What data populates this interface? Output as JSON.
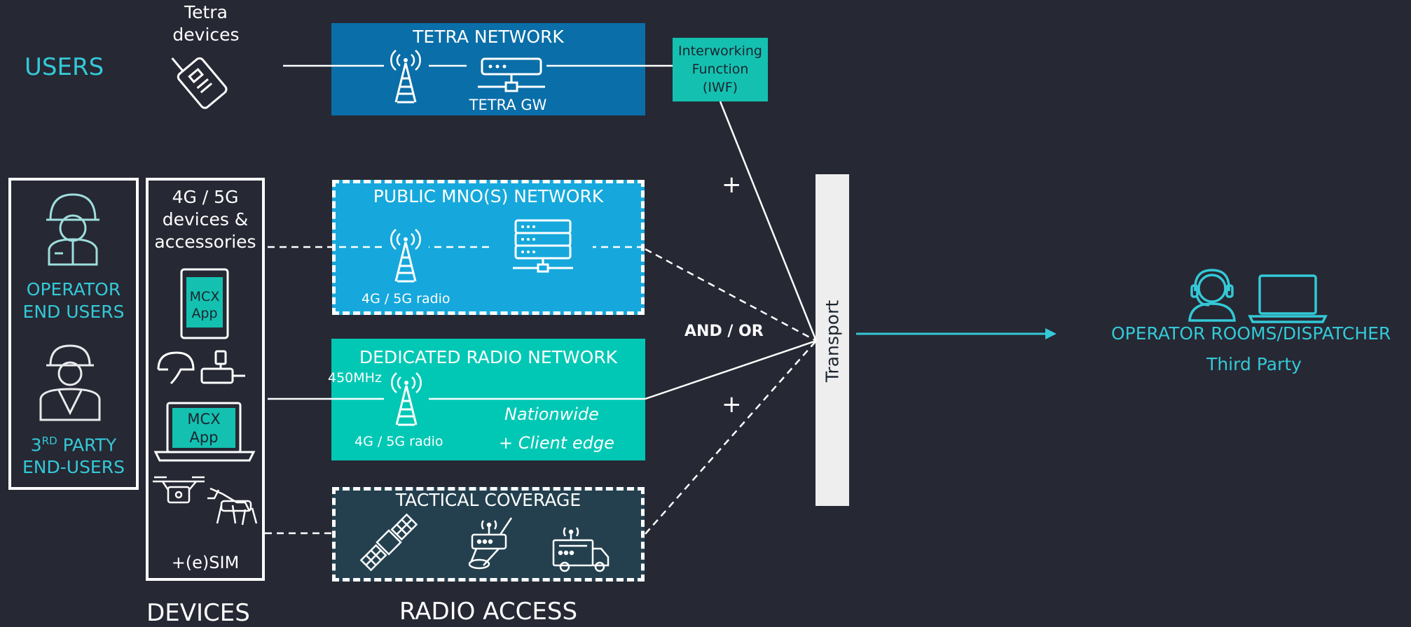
{
  "users": {
    "title": "USERS",
    "tetra_devices": "Tetra devices"
  },
  "tetra": {
    "network": "TETRA NETWORK",
    "gw": "TETRA GW"
  },
  "iwf": {
    "line1": "Interworking",
    "line2": "Function",
    "line3": "(IWF)"
  },
  "public": {
    "title": "PUBLIC MNO(S) NETWORK",
    "radio": "4G / 5G radio"
  },
  "dedicated": {
    "title": "DEDICATED RADIO NETWORK",
    "freq": "450MHz",
    "radio": "4G / 5G radio",
    "nationwide": "Nationwide",
    "client_edge": "+ Client edge"
  },
  "tactical": {
    "title": "TACTICAL COVERAGE"
  },
  "devices": {
    "line1": "4G / 5G",
    "line2": "devices &",
    "line3": "accessories",
    "mcx1a": "MCX",
    "mcx1b": "App",
    "mcx2a": "MCX",
    "mcx2b": "App",
    "esim": "+(e)SIM",
    "label": "DEVICES"
  },
  "end_users": {
    "operator1": "OPERATOR",
    "operator2": "END USERS",
    "third_sup_pre": "3",
    "third_sup": "RD",
    "third_rest": " PARTY",
    "third2": "END-USERS"
  },
  "radio_access": "RADIO ACCESS",
  "transport": "Transport",
  "connector": {
    "plus_top": "+",
    "and_or": "AND / OR",
    "plus_bottom": "+"
  },
  "operator_rooms": {
    "label": "OPERATOR  ROOMS/DISPATCHER",
    "sub": "Third Party"
  },
  "colors": {
    "bg": "#262834",
    "tetra": "#0a6ea8",
    "public": "#16a8dc",
    "dedicated": "#00c8b4",
    "tactical": "#24404f",
    "iwf": "#14c1b0",
    "teal_text": "#34c9d6"
  }
}
